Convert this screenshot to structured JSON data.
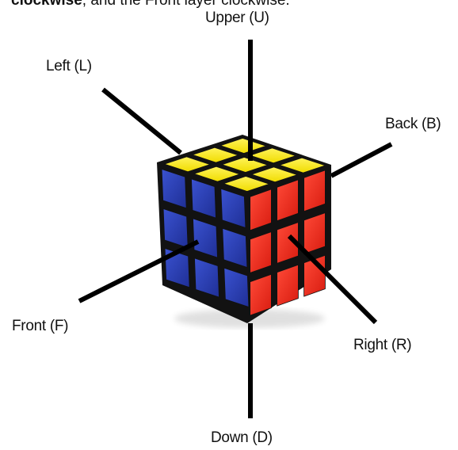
{
  "caption": {
    "bold_part": "clockwise",
    "rest": ", and the Front layer clockwise."
  },
  "labels": {
    "upper": "Upper (U)",
    "left": "Left (L)",
    "back": "Back (B)",
    "front": "Front (F)",
    "right": "Right (R)",
    "down": "Down (D)"
  },
  "colors": {
    "top_face": "#f5e400",
    "left_face": "#2b3fb5",
    "right_face": "#ee2a1a",
    "sticker_border": "#111111",
    "pointer": "#000000"
  }
}
